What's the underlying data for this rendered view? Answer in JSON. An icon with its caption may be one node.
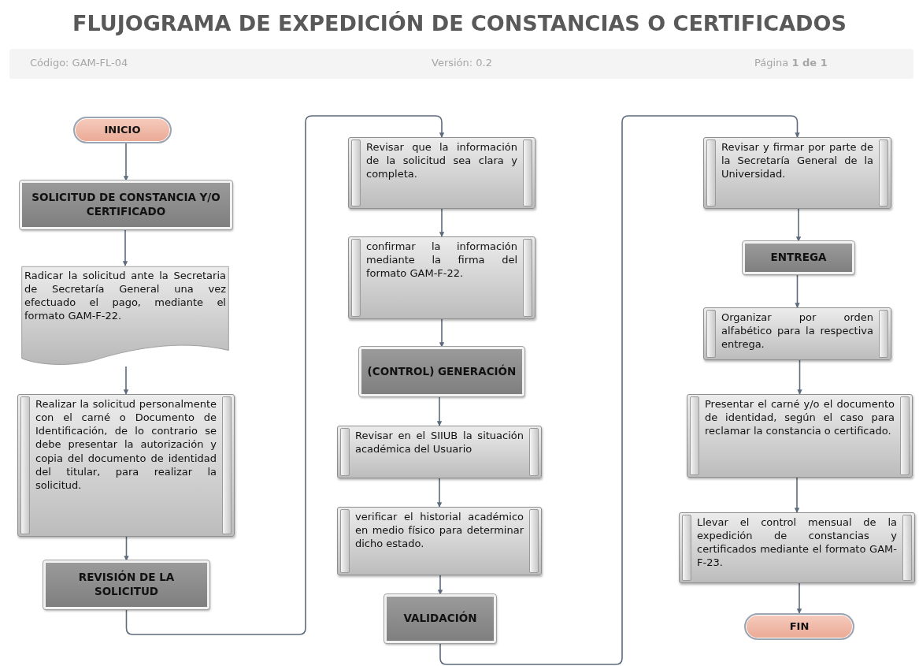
{
  "diagram": {
    "title": "FLUJOGRAMA DE EXPEDICIÓN DE CONSTANCIAS O CERTIFICADOS",
    "nodes": [
      {
        "text": [
          "INICIO"
        ]
      },
      {
        "text": [
          "SOLICITUD DE CONSTANCIA Y/O CERTIFICADO"
        ]
      },
      {
        "text": [
          "Radicar la solicitud ante la Secretaria de Secretaría General una vez efectuado el pago, mediante el formato GAM-F-22."
        ]
      },
      {
        "text": [
          "Realizar la solicitud personalmente con el carné o Documento de Identificación, de lo contrario se debe presentar la autorización y copia del documento de identidad del titular, para realizar la solicitud."
        ]
      },
      {
        "text": [
          "REVISIÓN DE LA SOLICITUD"
        ]
      },
      {
        "text": [
          "Revisar que la información de la solicitud sea clara y completa."
        ]
      },
      {
        "text": [
          "confirmar la información mediante la firma del formato GAM-F-22."
        ]
      },
      {
        "text": [
          "(CONTROL) GENERACIÓN"
        ]
      },
      {
        "text": [
          "Revisar en el SIIUB la situación académica del Usuario"
        ]
      },
      {
        "text": [
          "verificar el historial académico en medio físico para determinar dicho estado."
        ]
      },
      {
        "text": [
          "VALIDACIÓN"
        ]
      },
      {
        "text": [
          "Revisar y firmar por parte de la Secretaría General de la Universidad."
        ]
      },
      {
        "text": [
          "ENTREGA"
        ]
      },
      {
        "text": [
          "Organizar por orden alfabético para la respectiva entrega."
        ]
      },
      {
        "text": [
          "Presentar el carné y/o el documento de identidad, según el caso para reclamar la constancia o certificado."
        ]
      },
      {
        "text": [
          "Llevar el control mensual de la expedición de constancias y certificados mediante el formato GAM-F-23."
        ]
      },
      {
        "text": [
          "FIN"
        ]
      }
    ],
    "edges": [
      {
        "from": 0,
        "to": 1,
        "arrow": "to"
      },
      {
        "from": 1,
        "to": 2,
        "arrow": "to"
      },
      {
        "from": 2,
        "to": 3,
        "arrow": "to"
      },
      {
        "from": 3,
        "to": 4,
        "arrow": "to"
      },
      {
        "from": 4,
        "to": 5,
        "arrow": "to"
      },
      {
        "from": 5,
        "to": 6,
        "arrow": "to"
      },
      {
        "from": 6,
        "to": 7,
        "arrow": "to"
      },
      {
        "from": 7,
        "to": 8,
        "arrow": "to"
      },
      {
        "from": 8,
        "to": 9,
        "arrow": "to"
      },
      {
        "from": 9,
        "to": 10,
        "arrow": "to"
      },
      {
        "from": 10,
        "to": 11,
        "arrow": "to"
      },
      {
        "from": 11,
        "to": 12,
        "arrow": "to"
      },
      {
        "from": 12,
        "to": 13,
        "arrow": "to"
      },
      {
        "from": 13,
        "to": 14,
        "arrow": "to"
      },
      {
        "from": 14,
        "to": 15,
        "arrow": "to"
      },
      {
        "from": 15,
        "to": 16,
        "arrow": "to"
      }
    ],
    "labels": [
      "Código: GAM-FL-04",
      "Versión: 0.2",
      "Página **1 de 1**"
    ]
  }
}
